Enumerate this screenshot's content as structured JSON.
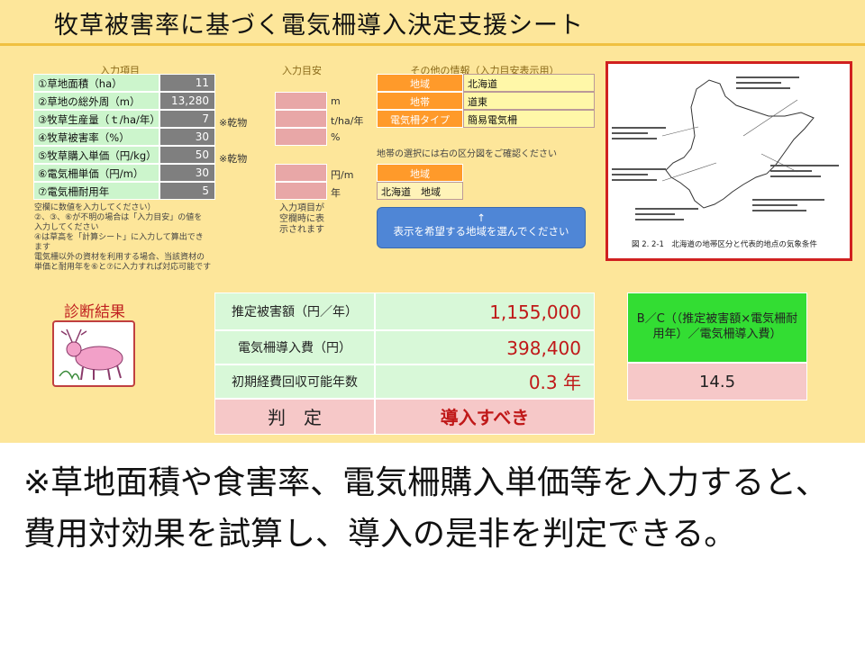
{
  "title": "牧草被害率に基づく電気柵導入決定支援シート",
  "input_header": "入力項目",
  "guide_header": "入力目安",
  "other_header": "その他の情報（入力目安表示用）",
  "inputs": [
    {
      "label": "①草地面積（ha）",
      "value": "11"
    },
    {
      "label": "②草地の総外周（m）",
      "value": "13,280"
    },
    {
      "label": "③牧草生産量（ｔ/ha/年）",
      "value": "7"
    },
    {
      "label": "④牧草被害率（%）",
      "value": "30"
    },
    {
      "label": "⑤牧草購入単価（円/kg）",
      "value": "50"
    },
    {
      "label": "⑥電気柵単価（円/m）",
      "value": "30"
    },
    {
      "label": "⑦電気柵耐用年",
      "value": "5"
    }
  ],
  "side_notes": {
    "dry1": "※乾物",
    "dry2": "※乾物"
  },
  "guide_units": {
    "m": "m",
    "t": "t/ha/年",
    "pct": "%",
    "yen": "円/m",
    "year": "年"
  },
  "guide_note": [
    "入力項目が",
    "空欄時に表",
    "示されます"
  ],
  "input_notes": [
    "空欄に数値を入力してください）",
    "②、③、⑥が不明の場合は「入力目安」の値を",
    "入力してください",
    "④は草高を「計算シート」に入力して算出でき",
    "ます",
    "電気柵以外の資材を利用する場合、当該資材の",
    "単価と耐用年を⑥と⑦に入力すれば対応可能です"
  ],
  "other_info": [
    {
      "label": "地域",
      "value": "北海道"
    },
    {
      "label": "地帯",
      "value": "道東"
    },
    {
      "label": "電気柵タイプ",
      "value": "簡易電気柵"
    }
  ],
  "zone_note": "地帯の選択には右の区分図をご確認ください",
  "zone_label": "地域",
  "zone_value": "北海道　地域",
  "select_button": {
    "arrow": "↑",
    "label": "表示を希望する地域を選んでください"
  },
  "map_caption": "図 2. 2-1　北海道の地帯区分と代表的地点の気象条件",
  "diagnosis_label": "診断結果",
  "results": [
    {
      "label": "推定被害額（円／年）",
      "value": "1,155,000"
    },
    {
      "label": "電気柵導入費（円）",
      "value": "398,400"
    },
    {
      "label": "初期経費回収可能年数",
      "value": "0.3 年"
    }
  ],
  "judgement": {
    "label": "判　定",
    "value": "導入すべき"
  },
  "bc": {
    "label": "B／C（（推定被害額×電気柵耐用年）／電気柵導入費）",
    "value": "14.5"
  },
  "caption": "※草地面積や食害率、電気柵購入単価等を入力すると、費用対効果を試算し、導入の是非を判定できる。",
  "colors": {
    "sheet_bg": "#fde69a",
    "input_label": "#ccf5cc",
    "orange": "#ff9a2a",
    "red_value": "#c01818",
    "bc_header": "#33dd33",
    "bc_value": "#f6c8c8",
    "judge_bg": "#f6c8c8",
    "map_border": "#d02020"
  }
}
